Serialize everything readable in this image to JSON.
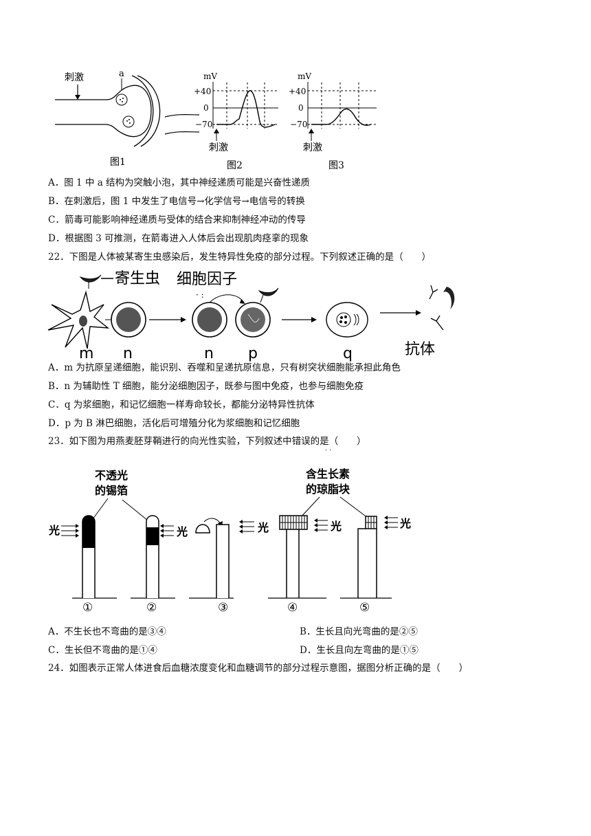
{
  "fig_top": {
    "fig1": {
      "stimulus": "刺激",
      "a": "a",
      "caption": "图1"
    },
    "fig2": {
      "unit": "mV",
      "t40": "+40",
      "t0": "0",
      "tm70": "−70",
      "stimulus": "刺激",
      "caption": "图2"
    },
    "fig3": {
      "unit": "mV",
      "t40": "+40",
      "t0": "0",
      "tm70": "−70",
      "stimulus": "刺激",
      "caption": "图3"
    }
  },
  "q21_options": [
    "A．图 1 中 a 结构为突触小泡，其中神经递质可能是兴奋性递质",
    "B．在刺激后，图 1 中发生了电信号→化学信号→电信号的转换",
    "C．箭毒可能影响神经递质与受体的结合来抑制神经冲动的传导",
    "D．根据图 3 可推测，在箭毒进入人体后会出现肌肉痉挛的现象"
  ],
  "q22": {
    "stem": "22．下图是人体被某寄生虫感染后，发生特异性免疫的部分过程。下列叙述正确的是（　　）",
    "fig": {
      "parasite": "寄生虫",
      "cytokine": "细胞因子",
      "m": "m",
      "n1": "n",
      "n2": "n",
      "p": "p",
      "q": "q",
      "antibody": "抗体"
    },
    "options": [
      "A．m 为抗原呈递细胞，能识别、吞噬和呈递抗原信息，只有树突状细胞能承担此角色",
      "B．n 为辅助性 T 细胞，能分泌细胞因子，既参与图中免疫，也参与细胞免疫",
      "C．q 为浆细胞，和记忆细胞一样寿命较长，都能分泌特异性抗体",
      "D．p 为 B 淋巴细胞，活化后可增殖分化为浆细胞和记忆细胞"
    ]
  },
  "q23": {
    "stem": "23．如下图为用燕麦胚芽鞘进行的向光性实验，下列叙述中错误的是（　　）",
    "fig": {
      "foil_l1": "不透光",
      "foil_l2": "的锡箔",
      "agar_l1": "含生长素",
      "agar_l2": "的琼脂块",
      "light": "光",
      "n1": "①",
      "n2": "②",
      "n3": "③",
      "n4": "④",
      "n5": "⑤"
    },
    "options": [
      "A．不生长也不弯曲的是③④",
      "B．生长且向光弯曲的是②⑤",
      "C．生长但不弯曲的是①④",
      "D．生长且向左弯曲的是①⑤"
    ]
  },
  "q24": {
    "stem": "24．如图表示正常人体进食后血糖浓度变化和血糖调节的部分过程示意图，据图分析正确的是（　　）"
  }
}
